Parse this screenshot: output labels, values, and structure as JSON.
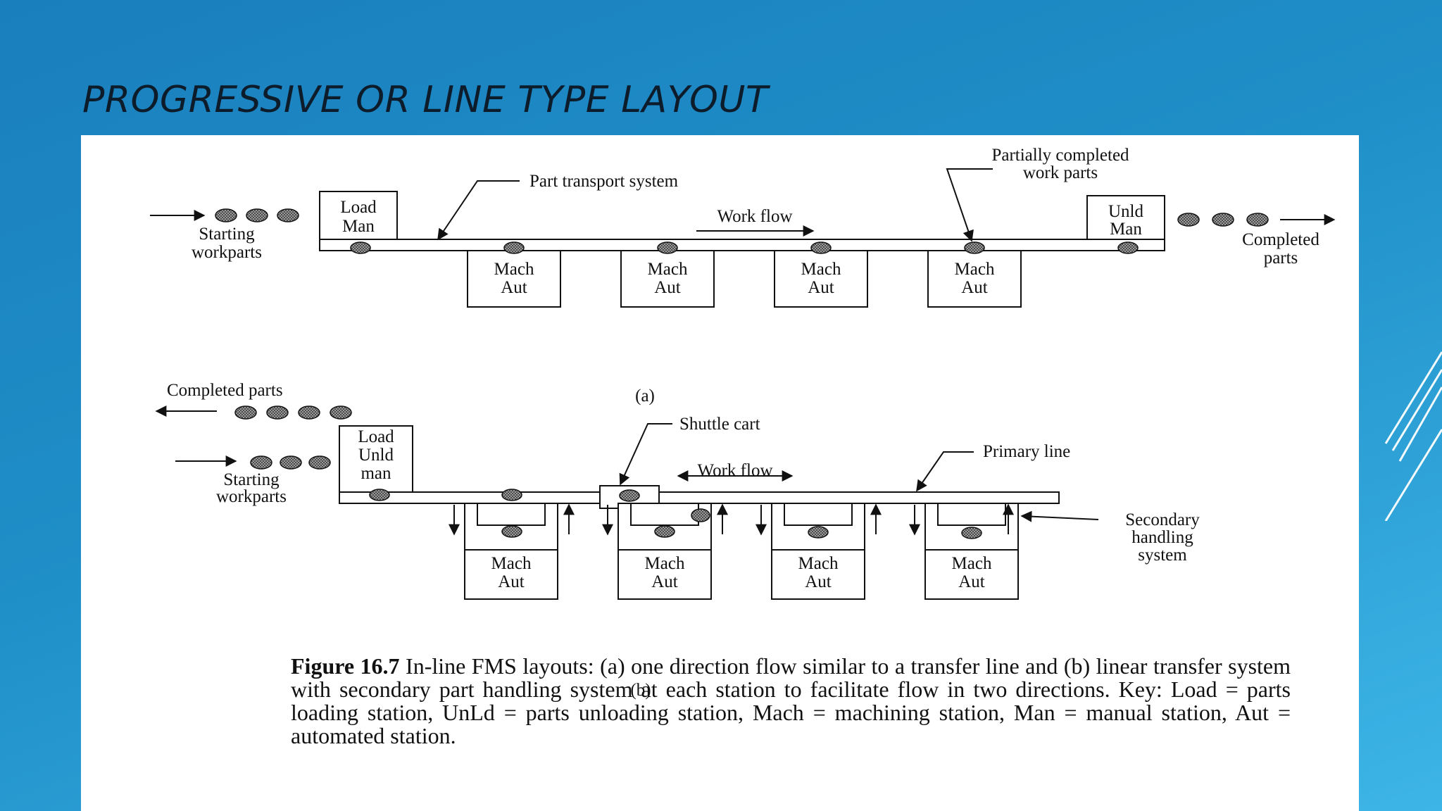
{
  "slide": {
    "title": "PROGRESSIVE OR LINE TYPE LAYOUT"
  },
  "diagram_a": {
    "starting_workparts": [
      "Starting",
      "workparts"
    ],
    "load_station": [
      "Load",
      "Man"
    ],
    "unload_station": [
      "Unld",
      "Man"
    ],
    "part_transport_label": "Part transport system",
    "partially_completed_label": [
      "Partially completed",
      "work parts"
    ],
    "work_flow_label": "Work flow",
    "completed_parts": [
      "Completed",
      "parts"
    ],
    "machine_stations": [
      [
        "Mach",
        "Aut"
      ],
      [
        "Mach",
        "Aut"
      ],
      [
        "Mach",
        "Aut"
      ],
      [
        "Mach",
        "Aut"
      ]
    ],
    "sublabel": "(a)"
  },
  "diagram_b": {
    "completed_parts_label": "Completed parts",
    "starting_workparts": [
      "Starting",
      "workparts"
    ],
    "load_unload_station": [
      "Load",
      "Unld",
      "man"
    ],
    "shuttle_cart_label": "Shuttle cart",
    "work_flow_label": "Work flow",
    "primary_line_label": "Primary line",
    "secondary_handling_label": [
      "Secondary",
      "handling",
      "system"
    ],
    "machine_stations": [
      [
        "Mach",
        "Aut"
      ],
      [
        "Mach",
        "Aut"
      ],
      [
        "Mach",
        "Aut"
      ],
      [
        "Mach",
        "Aut"
      ]
    ],
    "sublabel": "(b)"
  },
  "caption": {
    "figure_number": "Figure 16.7",
    "text": "In-line FMS layouts: (a) one direction flow similar to a transfer line and (b) linear transfer system with secondary part handling system at each station to facilitate flow in two directions. Key: Load = parts loading station, UnLd = parts unloading station, Mach = machining station, Man = manual station, Aut = automated station."
  }
}
